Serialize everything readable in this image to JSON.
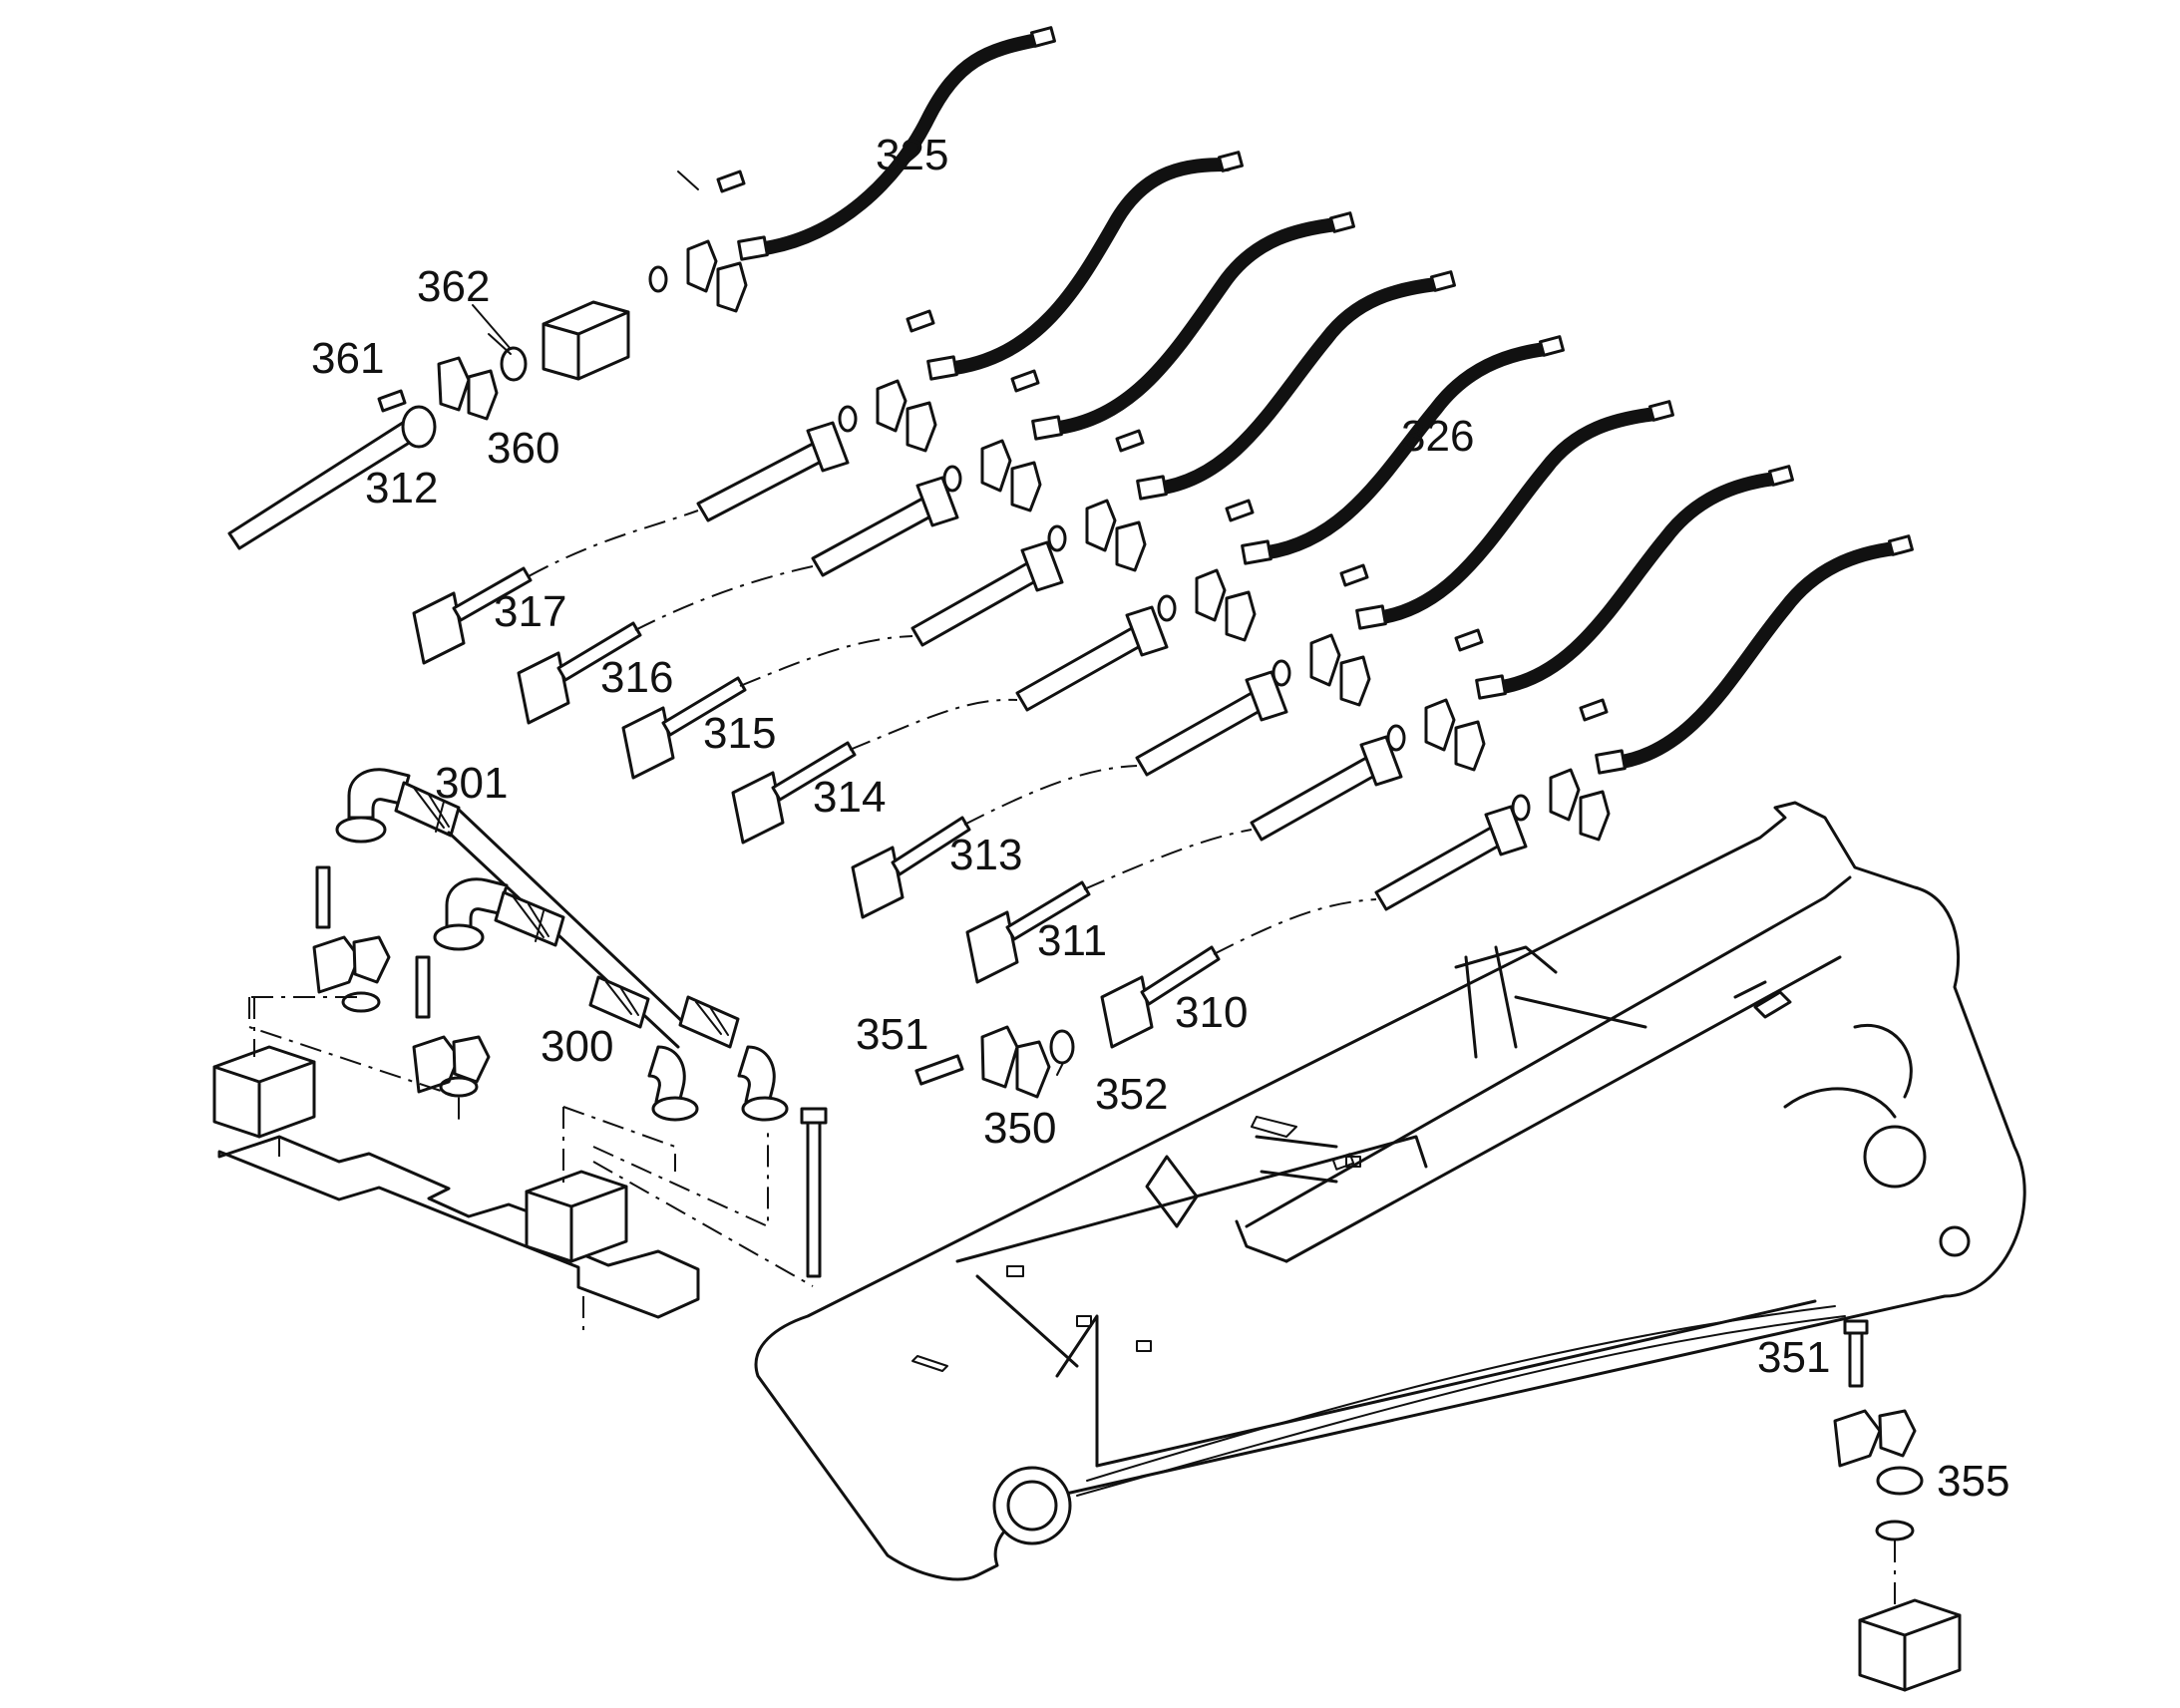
{
  "callouts": {
    "c325": "325",
    "c362": "362",
    "c361": "361",
    "c360": "360",
    "c312": "312",
    "c326": "326",
    "c317": "317",
    "c316": "316",
    "c315": "315",
    "c314": "314",
    "c313": "313",
    "c311": "311",
    "c310": "310",
    "c301": "301",
    "c300": "300",
    "c351a": "351",
    "c352": "352",
    "c350": "350",
    "c351b": "351",
    "c355": "355"
  }
}
